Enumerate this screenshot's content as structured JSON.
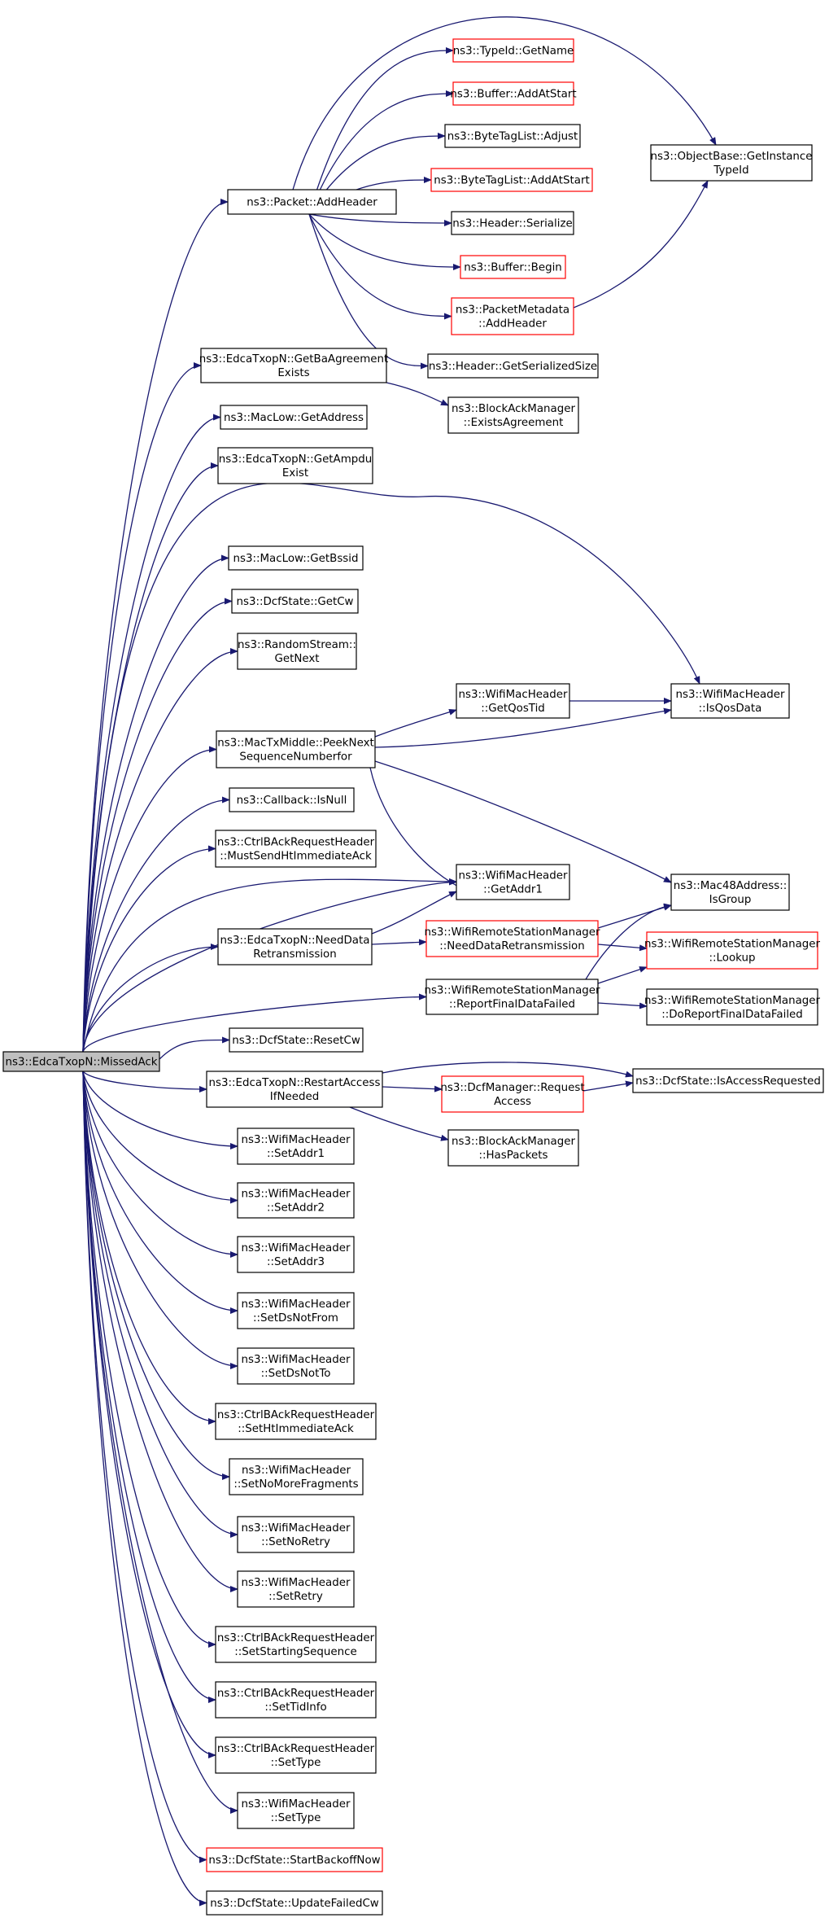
{
  "colors": {
    "edge": "#191970",
    "border": "#000000",
    "border_alt": "#ff0000",
    "root_fill": "#bfbfbf",
    "fill": "#ffffff"
  },
  "nodes": {
    "root": [
      "ns3::EdcaTxopN::MissedAck"
    ],
    "addheader": [
      "ns3::Packet::AddHeader"
    ],
    "getname": [
      "ns3::TypeId::GetName"
    ],
    "bufaddstart": [
      "ns3::Buffer::AddAtStart"
    ],
    "btladjust": [
      "ns3::ByteTagList::Adjust"
    ],
    "btladdstart": [
      "ns3::ByteTagList::AddAtStart"
    ],
    "hdrserialize": [
      "ns3::Header::Serialize"
    ],
    "bufbegin": [
      "ns3::Buffer::Begin"
    ],
    "pmaddheader": [
      "ns3::PacketMetadata",
      "::AddHeader"
    ],
    "hdrgetsize": [
      "ns3::Header::GetSerializedSize"
    ],
    "objbase": [
      "ns3::ObjectBase::GetInstance",
      "TypeId"
    ],
    "getbaagr": [
      "ns3::EdcaTxopN::GetBaAgreement",
      "Exists"
    ],
    "baexists": [
      "ns3::BlockAckManager",
      "::ExistsAgreement"
    ],
    "mlgetaddr": [
      "ns3::MacLow::GetAddress"
    ],
    "getampdu": [
      "ns3::EdcaTxopN::GetAmpdu",
      "Exist"
    ],
    "mlgetbssid": [
      "ns3::MacLow::GetBssid"
    ],
    "dcfgetcw": [
      "ns3::DcfState::GetCw"
    ],
    "rsgetnext": [
      "ns3::RandomStream::",
      "GetNext"
    ],
    "peeknext": [
      "ns3::MacTxMiddle::PeekNext",
      "SequenceNumberfor"
    ],
    "getqostid": [
      "ns3::WifiMacHeader",
      "::GetQosTid"
    ],
    "isqosdata": [
      "ns3::WifiMacHeader",
      "::IsQosData"
    ],
    "cbisnull": [
      "ns3::Callback::IsNull"
    ],
    "mustsend": [
      "ns3::CtrlBAckRequestHeader",
      "::MustSendHtImmediateAck"
    ],
    "getaddr1": [
      "ns3::WifiMacHeader",
      "::GetAddr1"
    ],
    "macisgroup": [
      "ns3::Mac48Address::",
      "IsGroup"
    ],
    "needdata": [
      "ns3::EdcaTxopN::NeedData",
      "Retransmission"
    ],
    "wrsmneed": [
      "ns3::WifiRemoteStationManager",
      "::NeedDataRetransmission"
    ],
    "lookup": [
      "ns3::WifiRemoteStationManager",
      "::Lookup"
    ],
    "reportfinal": [
      "ns3::WifiRemoteStationManager",
      "::ReportFinalDataFailed"
    ],
    "doreport": [
      "ns3::WifiRemoteStationManager",
      "::DoReportFinalDataFailed"
    ],
    "resetcw": [
      "ns3::DcfState::ResetCw"
    ],
    "restart": [
      "ns3::EdcaTxopN::RestartAccess",
      "IfNeeded"
    ],
    "dcfreq": [
      "ns3::DcfManager::Request",
      "Access"
    ],
    "isaccessreq": [
      "ns3::DcfState::IsAccessRequested"
    ],
    "haspackets": [
      "ns3::BlockAckManager",
      "::HasPackets"
    ],
    "setaddr1": [
      "ns3::WifiMacHeader",
      "::SetAddr1"
    ],
    "setaddr2": [
      "ns3::WifiMacHeader",
      "::SetAddr2"
    ],
    "setaddr3": [
      "ns3::WifiMacHeader",
      "::SetAddr3"
    ],
    "setdsnotfrom": [
      "ns3::WifiMacHeader",
      "::SetDsNotFrom"
    ],
    "setdsnotto": [
      "ns3::WifiMacHeader",
      "::SetDsNotTo"
    ],
    "sethtimm": [
      "ns3::CtrlBAckRequestHeader",
      "::SetHtImmediateAck"
    ],
    "setnomorefrag": [
      "ns3::WifiMacHeader",
      "::SetNoMoreFragments"
    ],
    "setnoretry": [
      "ns3::WifiMacHeader",
      "::SetNoRetry"
    ],
    "setretry": [
      "ns3::WifiMacHeader",
      "::SetRetry"
    ],
    "setstartseq": [
      "ns3::CtrlBAckRequestHeader",
      "::SetStartingSequence"
    ],
    "settidinfo": [
      "ns3::CtrlBAckRequestHeader",
      "::SetTidInfo"
    ],
    "settypectrl": [
      "ns3::CtrlBAckRequestHeader",
      "::SetType"
    ],
    "settypewmh": [
      "ns3::WifiMacHeader",
      "::SetType"
    ],
    "startbackoff": [
      "ns3::DcfState::StartBackoffNow"
    ],
    "updatefailed": [
      "ns3::DcfState::UpdateFailedCw"
    ]
  }
}
